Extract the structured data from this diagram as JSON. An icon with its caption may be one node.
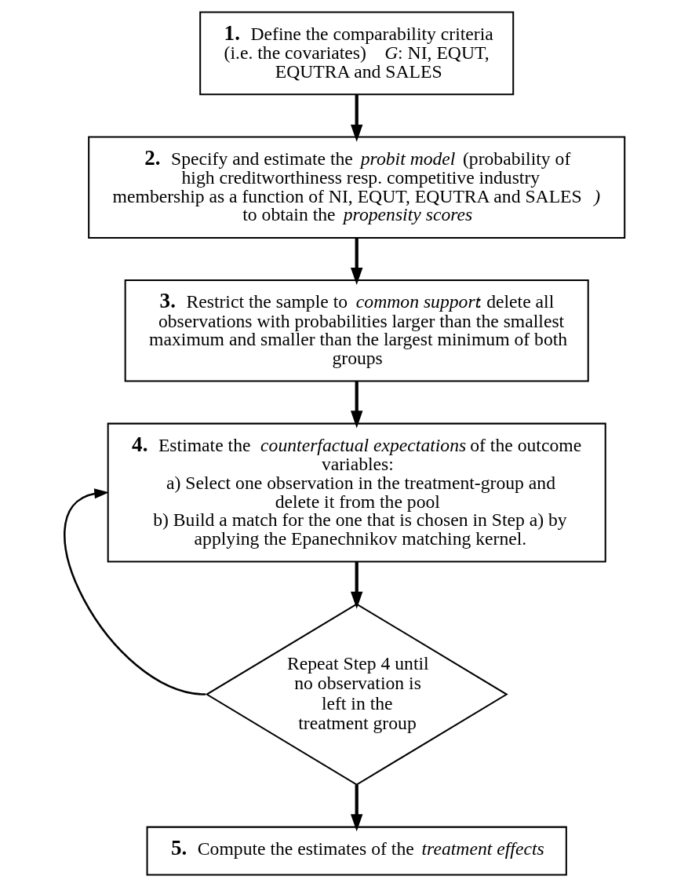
{
  "diagram": {
    "nodes": [
      {
        "text": [
          "**1.** Define the comparability criteria (i.e. the covariates) *G*: NI, EQUT, EQUTRA and SALES"
        ]
      },
      {
        "text": [
          "**2.** Specify and estimate the *probit model* (probability of high creditworthiness resp. competitive industry membership as a function of NI, EQUT, EQUTRA and SALES *)* to obtain the *propensity scores*"
        ]
      },
      {
        "text": [
          "**3.** Restrict the sample to *common support*: delete all observations with probabilities larger than the smallest maximum and smaller than the largest minimum of both groups"
        ]
      },
      {
        "text": [
          "**4.** Estimate the *counterfactual expectations* of the outcome variables:",
          "a) Select one observation in the treatment-group and delete it from the pool",
          "b) Build a match for the one that is chosen in Step a) by applying the Epanechnikov matching kernel."
        ]
      },
      {
        "text": [
          "Repeat Step 4 until no observation is left in the treatment group"
        ]
      },
      {
        "text": [
          "**5.** Compute the estimates of the *treatment effects*"
        ]
      }
    ],
    "edges": [
      {
        "from": 0,
        "to": 1,
        "arrow": "to"
      },
      {
        "from": 1,
        "to": 2,
        "arrow": "to"
      },
      {
        "from": 2,
        "to": 3,
        "arrow": "to"
      },
      {
        "from": 3,
        "to": 4,
        "arrow": "to"
      },
      {
        "from": 4,
        "to": 3,
        "arrow": "to"
      },
      {
        "from": 4,
        "to": 5,
        "arrow": "to"
      }
    ]
  }
}
